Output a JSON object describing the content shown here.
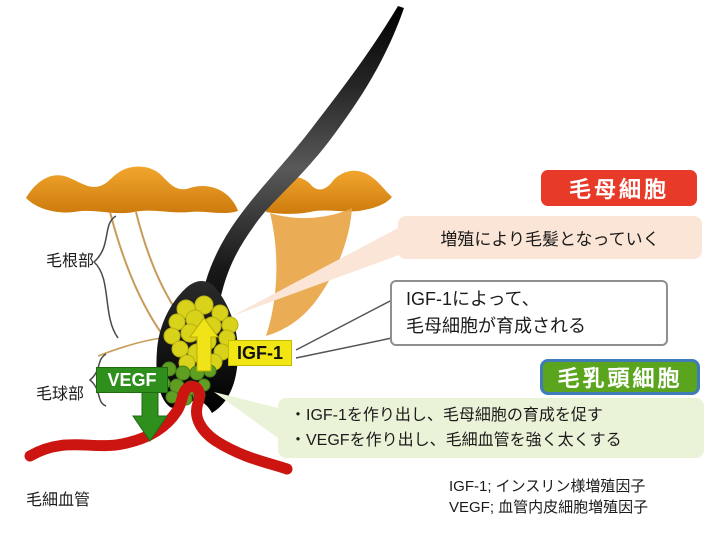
{
  "diagram": {
    "anatomy": {
      "hair_root": "毛根部",
      "hair_bulb": "毛球部",
      "capillary": "毛細血管"
    },
    "factors": {
      "igf1": "IGF-1",
      "vegf": "VEGF"
    },
    "matrix_callout": {
      "title": "毛母細胞",
      "description": "増殖により毛髪となっていく"
    },
    "igf1_callout": {
      "line1": "IGF-1によって、",
      "line2": "毛母細胞が育成される"
    },
    "papilla_callout": {
      "title": "毛乳頭細胞",
      "bullet1": "・IGF-1を作り出し、毛母細胞の育成を促す",
      "bullet2": "・VEGFを作り出し、毛細血管を強く太くする"
    },
    "footnotes": {
      "igf1": "IGF-1; インスリン様増殖因子",
      "vegf": "VEGF; 血管内皮細胞増殖因子"
    },
    "colors": {
      "skin": "#e0891c",
      "sheath": "#e8a647",
      "hair": "#1a1a1a",
      "matrix_cell": "#d9d21b",
      "papilla_cell": "#5f9e22",
      "vessel": "#cc1510",
      "title_red_bg": "#e73a28",
      "title_green_bg": "#5aa51d",
      "title_green_border": "#3f7cb9",
      "pink_box_bg": "#fbe5d6",
      "lightgreen_box_bg": "#eaf3d8",
      "igf1_tag_bg": "#f1e514",
      "vegf_tag_bg": "#2f8f1c"
    }
  }
}
